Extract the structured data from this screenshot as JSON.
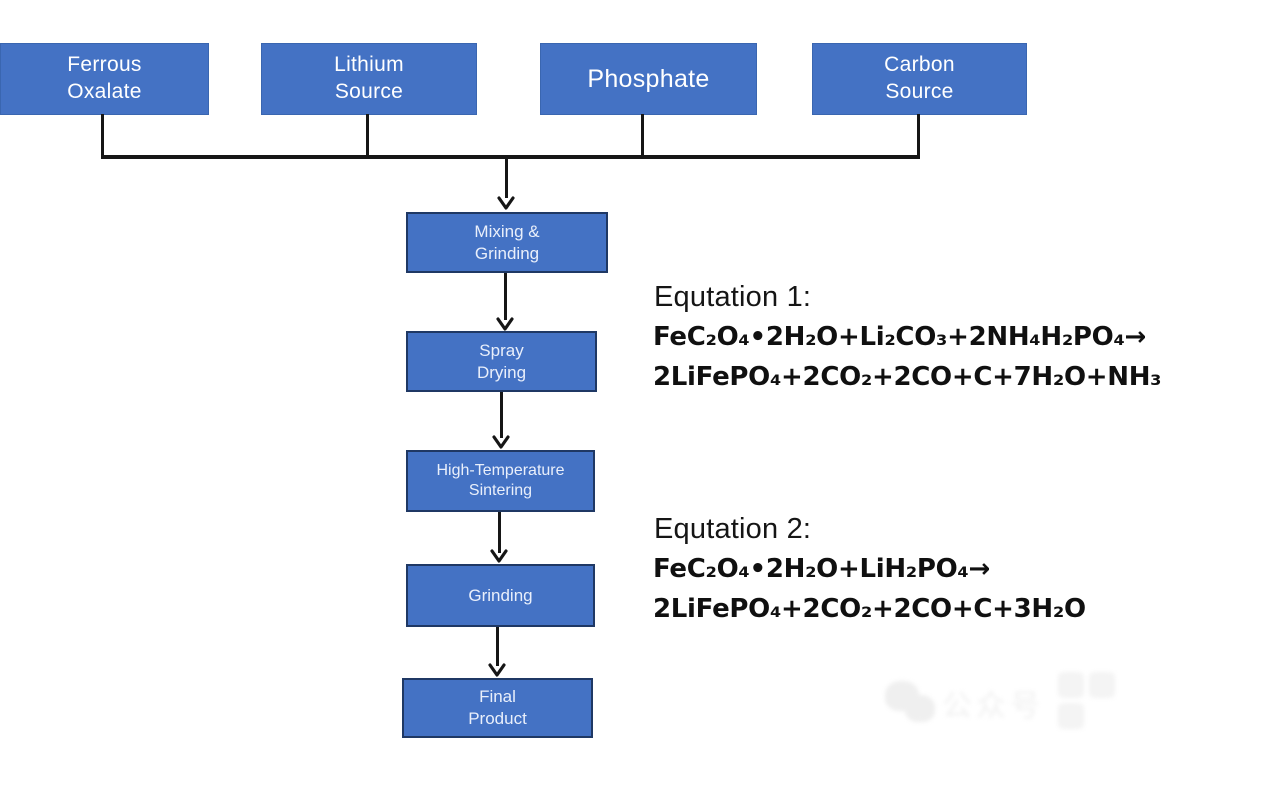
{
  "colors": {
    "box_fill": "#4472C4",
    "step_border": "#1F3864",
    "source_border": "#3A66B0",
    "connector_line": "#161616",
    "box_text": "#FFFFFF",
    "equation_text": "#101010",
    "background": "#FFFFFF"
  },
  "flowchart": {
    "sources": [
      {
        "label": "Ferrous\nOxalate"
      },
      {
        "label": "Lithium\nSource"
      },
      {
        "label": "Phosphate"
      },
      {
        "label": "Carbon\nSource"
      }
    ],
    "steps": [
      {
        "label": "Mixing &\nGrinding"
      },
      {
        "label": "Spray\nDrying"
      },
      {
        "label": "High-Temperature\nSintering"
      },
      {
        "label": "Grinding"
      },
      {
        "label": "Final\nProduct"
      }
    ]
  },
  "equations": [
    {
      "heading": "Equtation 1:",
      "lines": [
        "FeC₂O₄•2H₂O+Li₂CO₃+2NH₄H₂PO₄→",
        "2LiFePO₄+2CO₂+2CO+C+7H₂O+NH₃"
      ]
    },
    {
      "heading": "Equtation 2:",
      "lines": [
        "FeC₂O₄•2H₂O+LiH₂PO₄→",
        "2LiFePO₄+2CO₂+2CO+C+3H₂O"
      ]
    }
  ],
  "watermark": {
    "icon": "wechat-bubbles-icon",
    "text": "公众号"
  }
}
